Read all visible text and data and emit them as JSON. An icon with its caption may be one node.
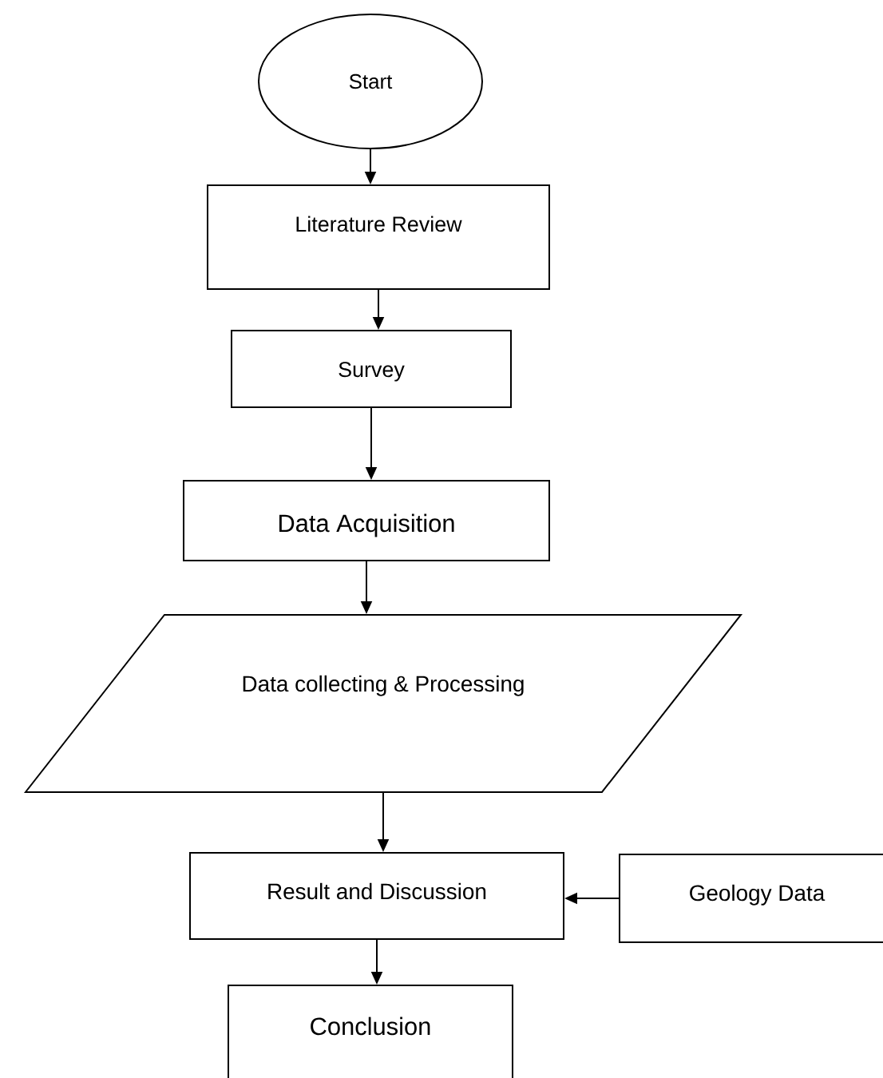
{
  "diagram": {
    "nodes": [
      {
        "text": [
          "Start"
        ]
      },
      {
        "text": [
          "Literature Review"
        ]
      },
      {
        "text": [
          "Survey"
        ]
      },
      {
        "text": [
          "Data Acquisition"
        ]
      },
      {
        "text": [
          "Data collecting & Processing"
        ]
      },
      {
        "text": [
          "Result and Discussion"
        ]
      },
      {
        "text": [
          "Geology Data"
        ]
      },
      {
        "text": [
          "Conclusion"
        ]
      }
    ],
    "edges": [
      {
        "from": 0,
        "to": 1,
        "arrow": "to"
      },
      {
        "from": 1,
        "to": 2,
        "arrow": "to"
      },
      {
        "from": 2,
        "to": 3,
        "arrow": "to"
      },
      {
        "from": 3,
        "to": 4,
        "arrow": "to"
      },
      {
        "from": 4,
        "to": 5,
        "arrow": "to"
      },
      {
        "from": 6,
        "to": 5,
        "arrow": "to"
      },
      {
        "from": 5,
        "to": 7,
        "arrow": "to"
      }
    ]
  }
}
